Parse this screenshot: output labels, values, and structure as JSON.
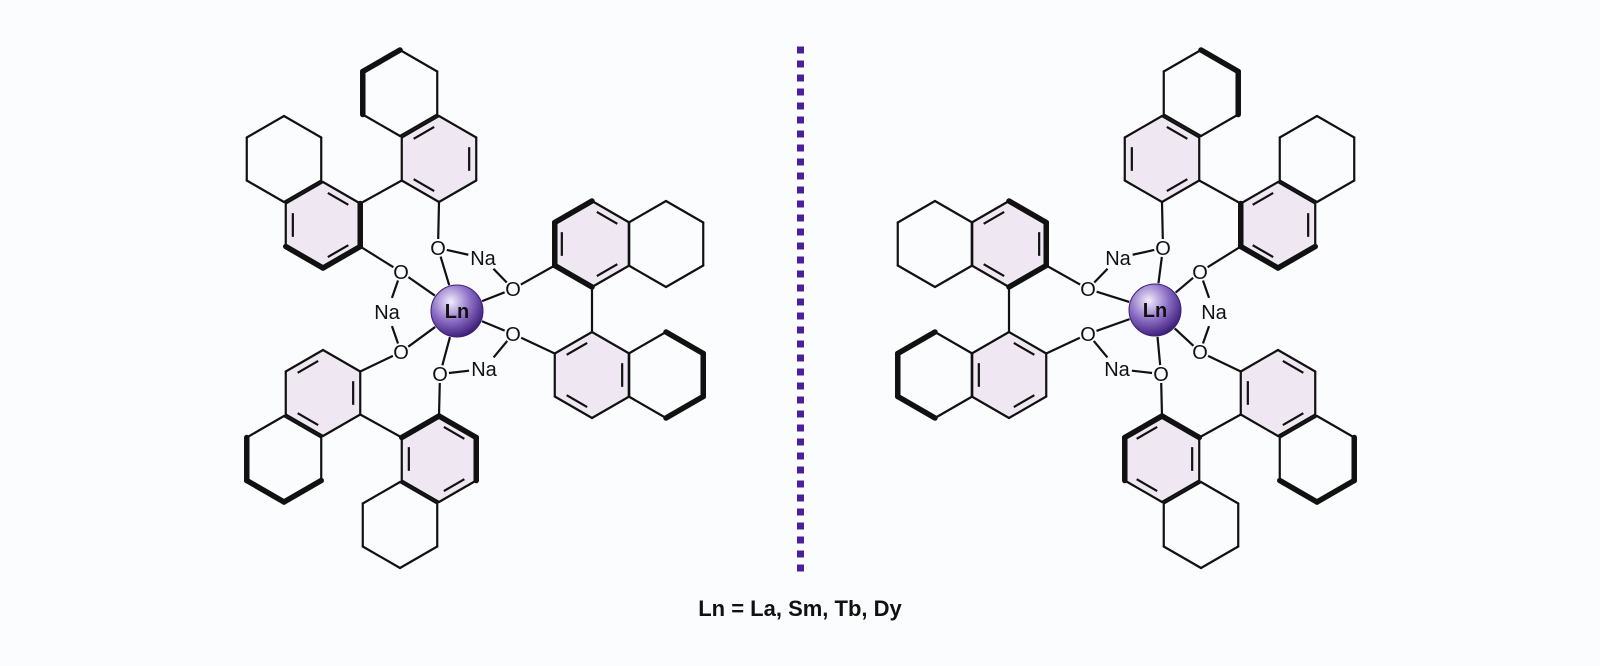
{
  "figure": {
    "caption": "Ln = La, Sm, Tb, Dy",
    "atoms": {
      "metal": "Ln",
      "oxygen": "O",
      "sodium": "Na"
    },
    "colors": {
      "background": "#fbfcfe",
      "aromatic_fill": "#efe8f3",
      "bond": "#111111",
      "metal_light": "#f1ecfb",
      "metal_mid": "#8a6cc4",
      "metal_dark": "#3d1f7a",
      "divider": "#4b1f9e"
    }
  }
}
